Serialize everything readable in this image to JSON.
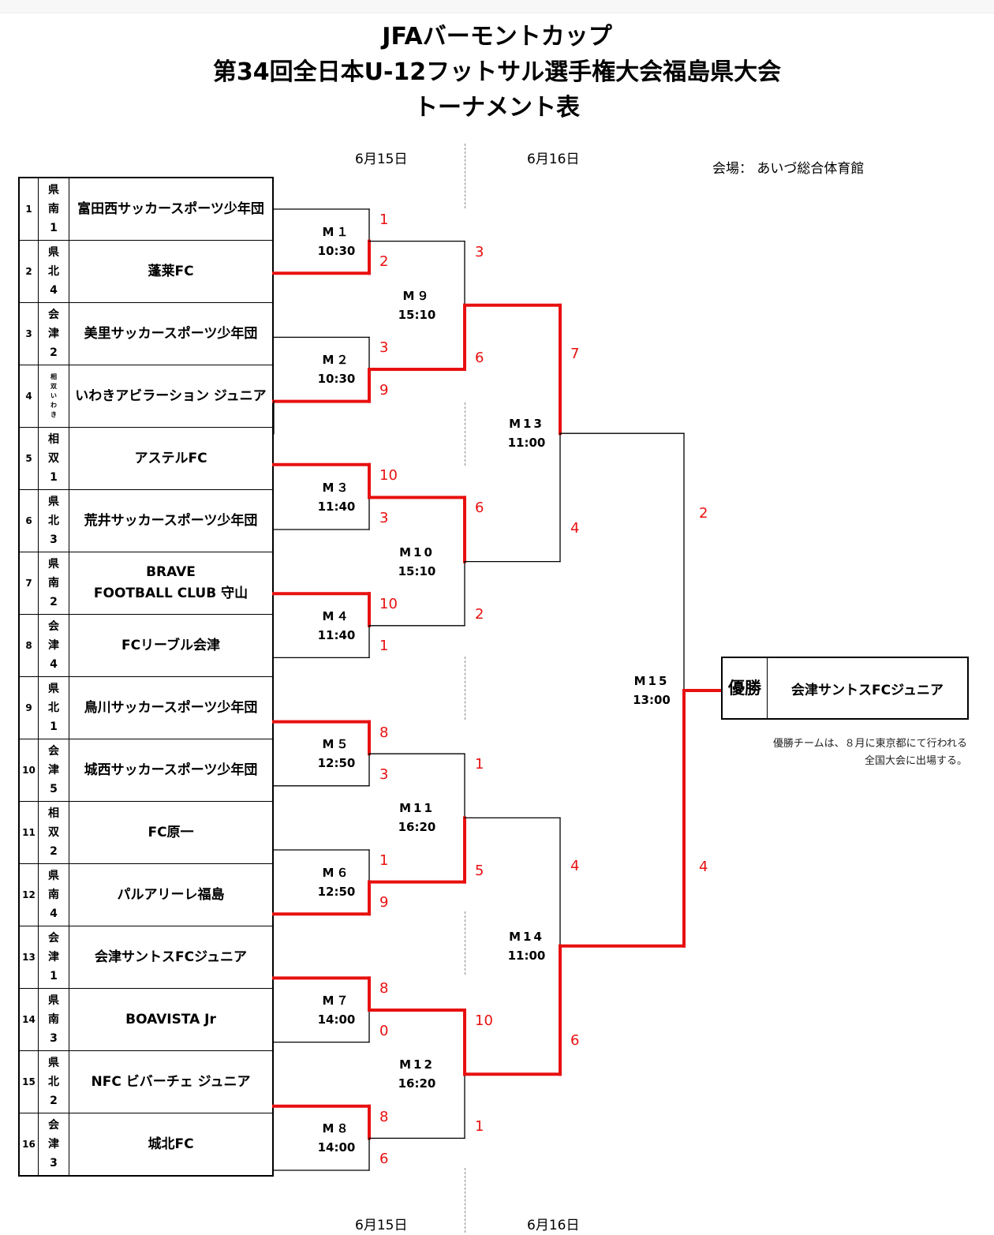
{
  "title": {
    "line1": "JFAバーモントカップ",
    "line2": "第34回全日本U-12フットサル選手権大会福島県大会",
    "line3": "トーナメント表"
  },
  "dates": {
    "day1": "6月15日",
    "day2": "6月16日"
  },
  "venue": "会場：  あいづ総合体育館",
  "teams": [
    {
      "no": "1",
      "region": [
        "県",
        "南",
        "1"
      ],
      "name": [
        "富田西サッカースポーツ少年団"
      ]
    },
    {
      "no": "2",
      "region": [
        "県",
        "北",
        "4"
      ],
      "name": [
        "蓬莱FC"
      ]
    },
    {
      "no": "3",
      "region": [
        "会",
        "津",
        "2"
      ],
      "name": [
        "美里サッカースポーツ少年団"
      ]
    },
    {
      "no": "4",
      "region": [
        "相",
        "双",
        "い",
        "わ",
        "き"
      ],
      "name": [
        "いわきアビラーション ジュニア"
      ]
    },
    {
      "no": "5",
      "region": [
        "相",
        "双",
        "1"
      ],
      "name": [
        "アステルFC"
      ]
    },
    {
      "no": "6",
      "region": [
        "県",
        "北",
        "3"
      ],
      "name": [
        "荒井サッカースポーツ少年団"
      ]
    },
    {
      "no": "7",
      "region": [
        "県",
        "南",
        "2"
      ],
      "name": [
        "BRAVE",
        "FOOTBALL CLUB 守山"
      ]
    },
    {
      "no": "8",
      "region": [
        "会",
        "津",
        "4"
      ],
      "name": [
        "FCリーブル会津"
      ]
    },
    {
      "no": "9",
      "region": [
        "県",
        "北",
        "1"
      ],
      "name": [
        "鳥川サッカースポーツ少年団"
      ]
    },
    {
      "no": "10",
      "region": [
        "会",
        "津",
        "5"
      ],
      "name": [
        "城西サッカースポーツ少年団"
      ]
    },
    {
      "no": "11",
      "region": [
        "相",
        "双",
        "2"
      ],
      "name": [
        "FC原一"
      ]
    },
    {
      "no": "12",
      "region": [
        "県",
        "南",
        "4"
      ],
      "name": [
        "パルアリーレ福島"
      ]
    },
    {
      "no": "13",
      "region": [
        "会",
        "津",
        "1"
      ],
      "name": [
        "会津サントスFCジュニア"
      ]
    },
    {
      "no": "14",
      "region": [
        "県",
        "南",
        "3"
      ],
      "name": [
        "BOAVISTA Jr"
      ]
    },
    {
      "no": "15",
      "region": [
        "県",
        "北",
        "2"
      ],
      "name": [
        "NFC ビバーチェ ジュニア"
      ]
    },
    {
      "no": "16",
      "region": [
        "会",
        "津",
        "3"
      ],
      "name": [
        "城北FC"
      ]
    }
  ],
  "matches": [
    {
      "id": "M1",
      "label": "M１",
      "time": "10:30",
      "score_top": "1",
      "score_bottom": "2"
    },
    {
      "id": "M2",
      "label": "M２",
      "time": "10:30",
      "score_top": "3",
      "score_bottom": "9"
    },
    {
      "id": "M3",
      "label": "M３",
      "time": "11:40",
      "score_top": "10",
      "score_bottom": "3"
    },
    {
      "id": "M4",
      "label": "M４",
      "time": "11:40",
      "score_top": "10",
      "score_bottom": "1"
    },
    {
      "id": "M5",
      "label": "M５",
      "time": "12:50",
      "score_top": "8",
      "score_bottom": "3"
    },
    {
      "id": "M6",
      "label": "M６",
      "time": "12:50",
      "score_top": "1",
      "score_bottom": "9"
    },
    {
      "id": "M7",
      "label": "M７",
      "time": "14:00",
      "score_top": "8",
      "score_bottom": "0"
    },
    {
      "id": "M8",
      "label": "M８",
      "time": "14:00",
      "score_top": "8",
      "score_bottom": "6"
    },
    {
      "id": "M9",
      "label": "M９",
      "time": "15:10",
      "score_top": "3",
      "score_bottom": "6"
    },
    {
      "id": "M10",
      "label": "M10",
      "time": "15:10",
      "score_top": "6",
      "score_bottom": "2"
    },
    {
      "id": "M11",
      "label": "M11",
      "time": "16:20",
      "score_top": "1",
      "score_bottom": "5"
    },
    {
      "id": "M12",
      "label": "M12",
      "time": "16:20",
      "score_top": "10",
      "score_bottom": "1"
    },
    {
      "id": "M13",
      "label": "M13",
      "time": "11:00",
      "score_top": "7",
      "score_bottom": "4"
    },
    {
      "id": "M14",
      "label": "M14",
      "time": "11:00",
      "score_top": "4",
      "score_bottom": "6"
    },
    {
      "id": "M15",
      "label": "M15",
      "time": "13:00",
      "score_top": "2",
      "score_bottom": "4"
    }
  ],
  "champion": {
    "label": "優勝",
    "team": "会津サントスFCジュニア"
  },
  "note": {
    "line1": "優勝チームは、８月に東京都にて行われる",
    "line2": "全国大会に出場する。"
  },
  "colors": {
    "winner_line": "#e81010",
    "line": "#000000",
    "score": "#e81010"
  }
}
